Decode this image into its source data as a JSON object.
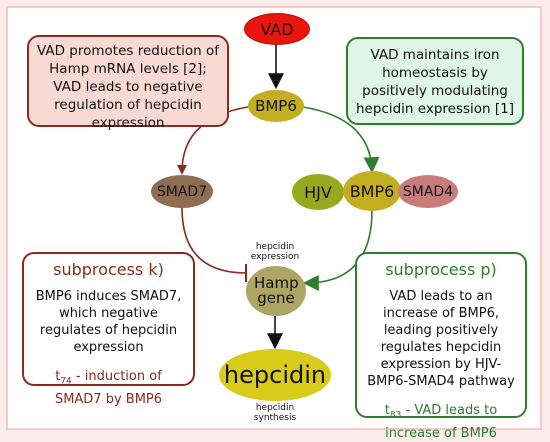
{
  "nodes": {
    "vad": "VAD",
    "bmp6_top": "BMP6",
    "smad7": "SMAD7",
    "hjv": "HJV",
    "bmp6_complex": "BMP6",
    "smad4": "SMAD4",
    "hamp_gene": "Hamp gene",
    "hepcidin": "hepcidin"
  },
  "labels": {
    "hepcidin_expression": "hepcidin expression",
    "hepcidin_synthesis": "hepcidin synthesis"
  },
  "boxes": {
    "left_top": "VAD promotes reduction of Hamp mRNA levels [2]; VAD leads to negative regulation of hepcidin expression",
    "right_top": "VAD maintains iron homeostasis by positively modulating hepcidin expression [1]"
  },
  "subprocess_k": {
    "title": "subprocess k)",
    "text": "BMP6 induces SMAD7, which negative regulates of hepcidin expression",
    "foot_prefix": "t",
    "foot_sub": "74",
    "foot_text": " - induction of SMAD7 by BMP6"
  },
  "subprocess_p": {
    "title": "subprocess p)",
    "text": "VAD leads to an increase of BMP6, leading positively regulates hepcidin expression by HJV-BMP6-SMAD4 pathway",
    "foot_prefix": "t",
    "foot_sub": "83",
    "foot_text": " - VAD leads to increase of BMP6"
  },
  "colors": {
    "vad": "#e8160c",
    "bmp6": "#c4ae22",
    "smad7": "#8f6d55",
    "hjv": "#98a91f",
    "smad4": "#c97c7c",
    "hamp": "#aca563",
    "hepcidin": "#d9cb1a",
    "negative": "#8b2a1e",
    "positive": "#2f7d2f"
  }
}
